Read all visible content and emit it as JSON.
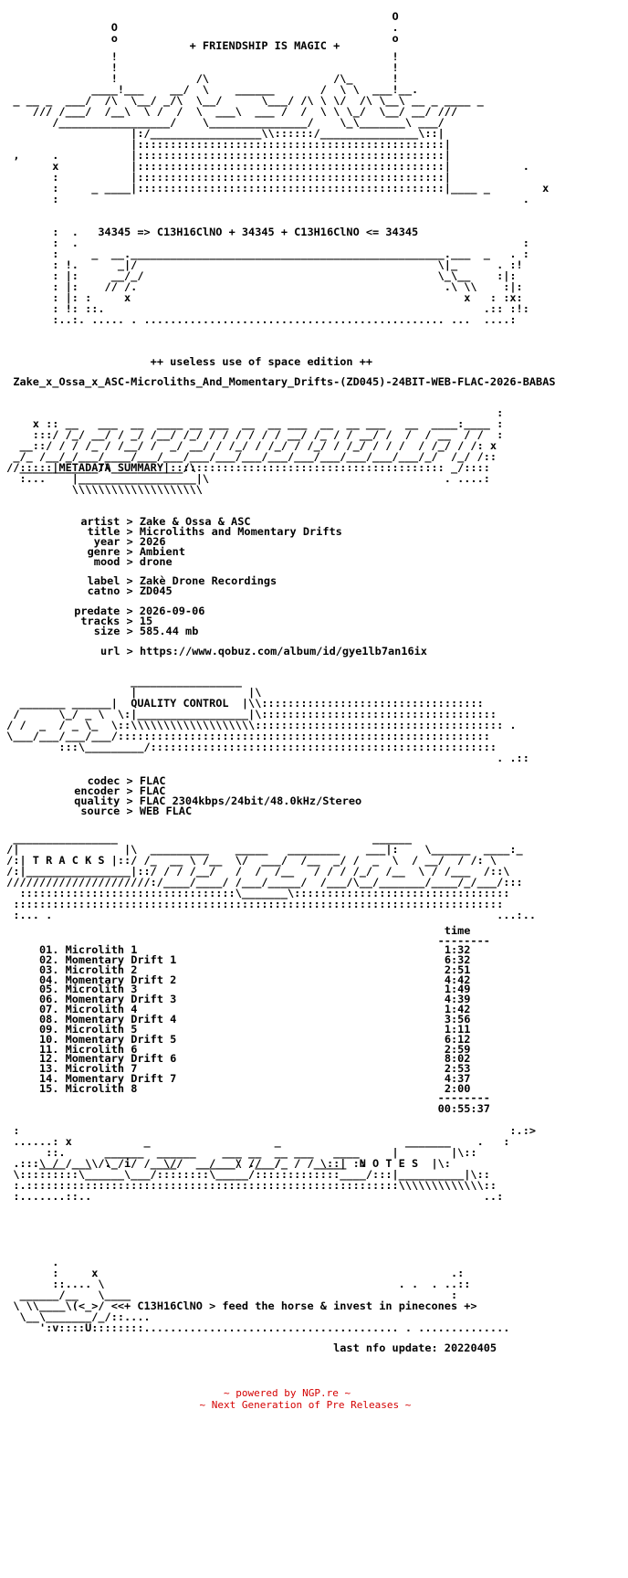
{
  "title_banner": "+ FRIENDSHIP IS MAGIC +",
  "formula_line": "34345 => C13H16ClNO + 34345 + C13H16ClNO <= 34345",
  "edition": "++ useless use of space edition ++",
  "release_name": "Zake_x_Ossa_x_ASC-Microliths_And_Momentary_Drifts-(ZD045)-24BIT-WEB-FLAC-2026-BABAS",
  "metadata": {
    "header": "METADATA SUMMARY",
    "fields": [
      {
        "key": "artist",
        "value": "Zake & Ossa & ASC"
      },
      {
        "key": "title",
        "value": "Microliths and Momentary Drifts"
      },
      {
        "key": "year",
        "value": "2026"
      },
      {
        "key": "genre",
        "value": "Ambient"
      },
      {
        "key": "mood",
        "value": "drone"
      },
      {
        "key": "label",
        "value": "Zakè Drone Recordings"
      },
      {
        "key": "catno",
        "value": "ZD045"
      },
      {
        "key": "predate",
        "value": "2026-09-06"
      },
      {
        "key": "tracks",
        "value": "15"
      },
      {
        "key": "size",
        "value": "585.44 mb"
      },
      {
        "key": "url",
        "value": "https://www.qobuz.com/album/id/gye1lb7an16ix"
      }
    ]
  },
  "quality": {
    "header": "QUALITY CONTROL",
    "fields": [
      {
        "key": "codec",
        "value": "FLAC"
      },
      {
        "key": "encoder",
        "value": "FLAC"
      },
      {
        "key": "quality",
        "value": "FLAC 2304kbps/24bit/48.0kHz/Stereo"
      },
      {
        "key": "source",
        "value": "WEB FLAC"
      }
    ]
  },
  "tracks_section": {
    "header": "T R A C K S",
    "time_header": "time",
    "list": [
      {
        "num": "01.",
        "name": "Microlith 1",
        "time": "1:32"
      },
      {
        "num": "02.",
        "name": "Momentary Drift 1",
        "time": "6:32"
      },
      {
        "num": "03.",
        "name": "Microlith 2",
        "time": "2:51"
      },
      {
        "num": "04.",
        "name": "Momentary Drift 2",
        "time": "4:42"
      },
      {
        "num": "05.",
        "name": "Microlith 3",
        "time": "1:49"
      },
      {
        "num": "06.",
        "name": "Momentary Drift 3",
        "time": "4:39"
      },
      {
        "num": "07.",
        "name": "Microlith 4",
        "time": "1:42"
      },
      {
        "num": "08.",
        "name": "Momentary Drift 4",
        "time": "3:56"
      },
      {
        "num": "09.",
        "name": "Microlith 5",
        "time": "1:11"
      },
      {
        "num": "10.",
        "name": "Momentary Drift 5",
        "time": "6:12"
      },
      {
        "num": "11.",
        "name": "Microlith 6",
        "time": "2:59"
      },
      {
        "num": "12.",
        "name": "Momentary Drift 6",
        "time": "8:02"
      },
      {
        "num": "13.",
        "name": "Microlith 7",
        "time": "2:53"
      },
      {
        "num": "14.",
        "name": "Momentary Drift 7",
        "time": "4:37"
      },
      {
        "num": "15.",
        "name": "Microlith 8",
        "time": "2:00"
      }
    ],
    "total": "00:55:37"
  },
  "notes": {
    "header": "N O T E S",
    "text": "<<+ C13H16ClNO > feed the horse & invest in pinecones +>"
  },
  "last_update": "last nfo update: 20220405",
  "powered_by": "~ powered by NGP.re ~",
  "ngp_tagline": "~ Next Generation of Pre Releases ~"
}
